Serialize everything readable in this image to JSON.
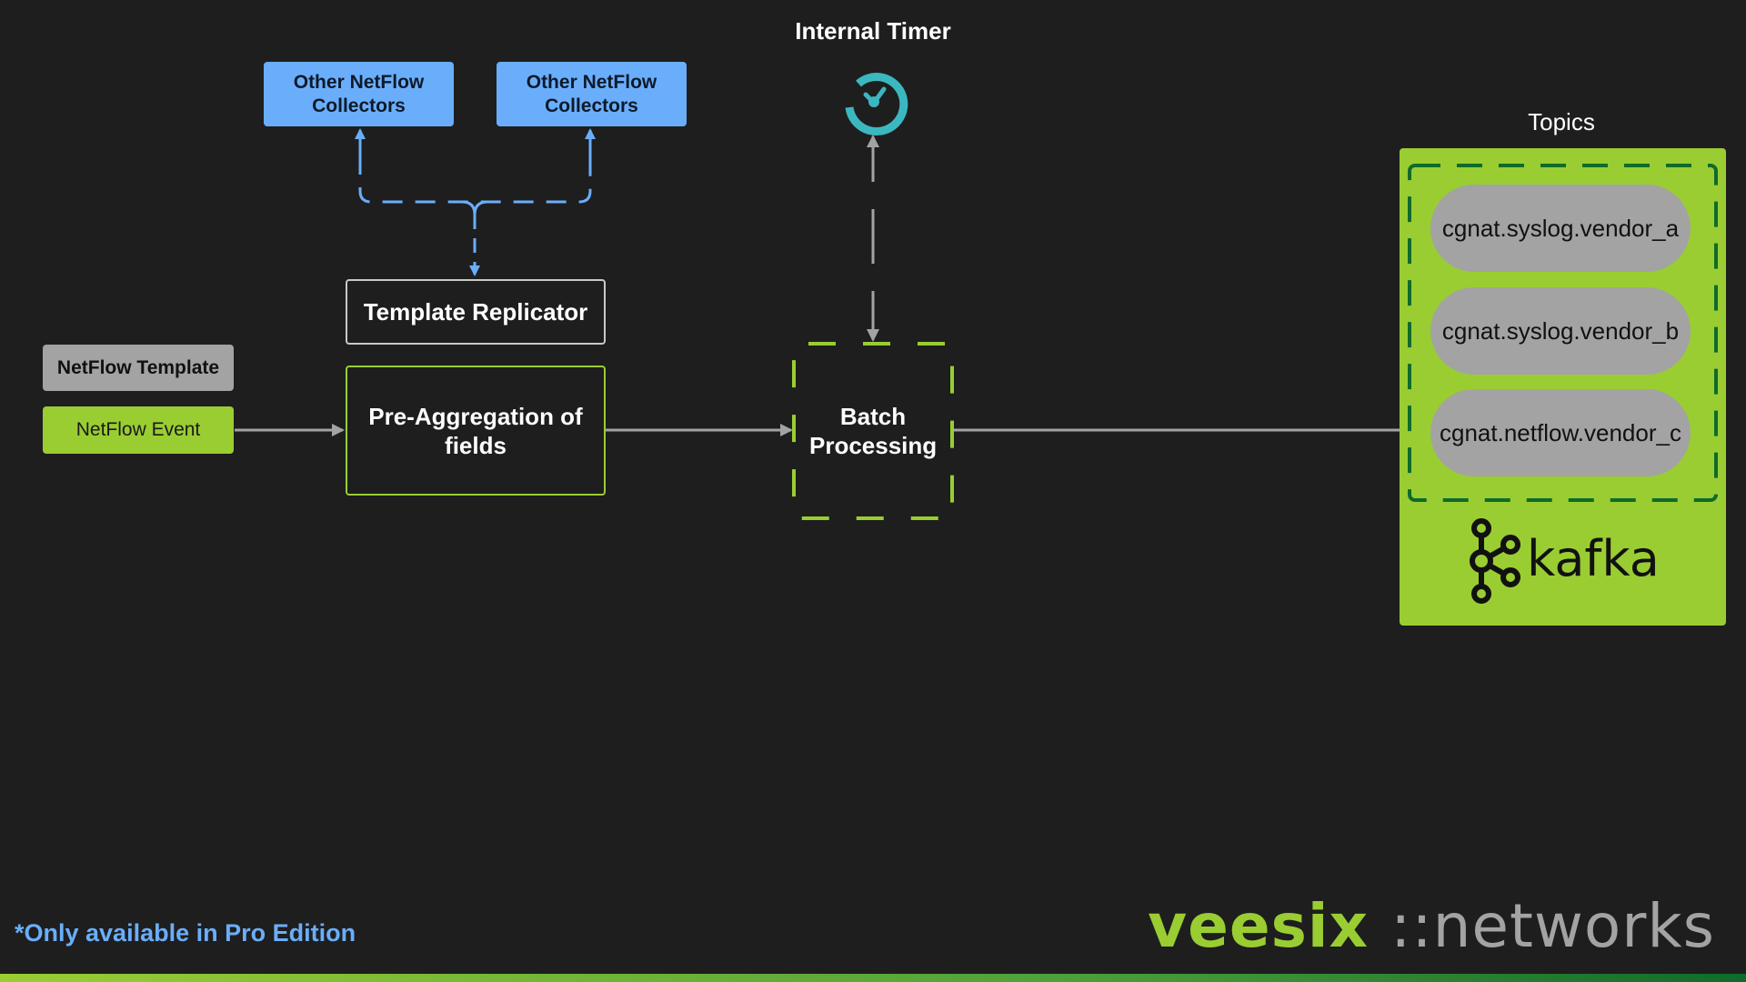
{
  "colors": {
    "background": "#1e1e1e",
    "blue": "#6aaefb",
    "green": "#9acd32",
    "dark_green": "#0f6b2a",
    "gray": "#a3a3a3",
    "timer_teal": "#3bb7c0"
  },
  "collectors": [
    {
      "label": "Other NetFlow Collectors"
    },
    {
      "label": "Other NetFlow Collectors"
    }
  ],
  "timer": {
    "title": "Internal Timer",
    "icon": "timer-icon"
  },
  "template_replicator": {
    "label": "Template Replicator"
  },
  "legend": {
    "template_label": "NetFlow Template",
    "event_label": "NetFlow Event"
  },
  "pre_aggregation": {
    "label": "Pre-Aggregation of fields"
  },
  "batch": {
    "label": "Batch Processing"
  },
  "topics": {
    "title": "Topics",
    "items": [
      {
        "label": "cgnat.syslog.vendor_a"
      },
      {
        "label": "cgnat.syslog.vendor_b"
      },
      {
        "label": "cgnat.netflow.vendor_c"
      }
    ],
    "logo_text": "kafka",
    "logo_icon": "kafka-logo-icon"
  },
  "footer": {
    "note": "*Only available in Pro Edition",
    "brand_primary": "veesix",
    "brand_secondary": "::networks"
  }
}
